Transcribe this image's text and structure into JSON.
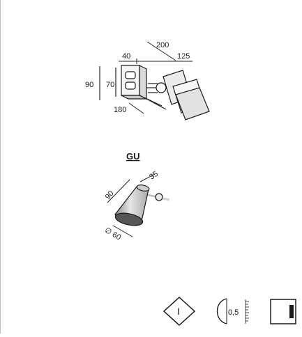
{
  "top_fixture": {
    "dimensions": {
      "depth": "200",
      "offset": "40",
      "width": "125",
      "height_outer": "90",
      "height_inner": "70",
      "length": "180"
    }
  },
  "gu_fixture": {
    "label": "GU",
    "dimensions": {
      "length": "90",
      "neck": "35",
      "diameter": "∅ 60"
    }
  },
  "icons": {
    "class_symbol": "I",
    "distance_value": "0,5"
  }
}
